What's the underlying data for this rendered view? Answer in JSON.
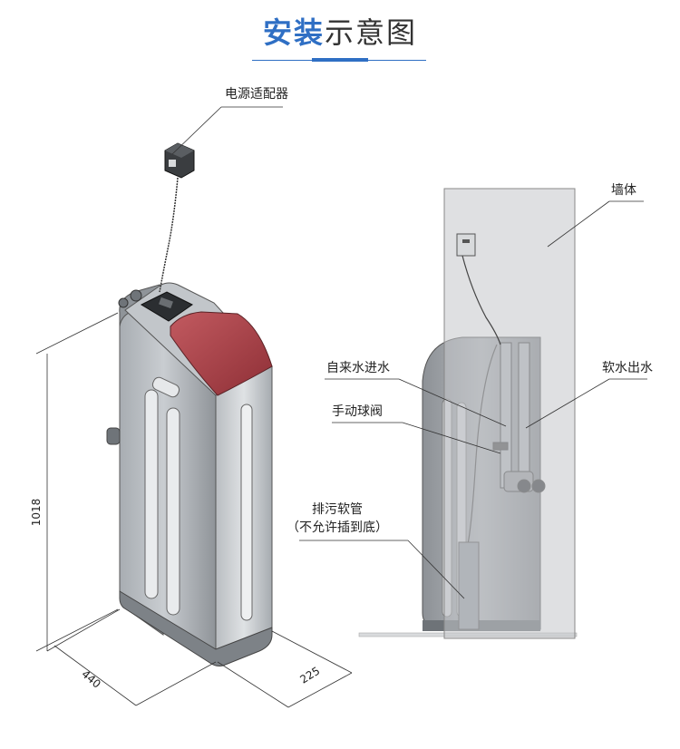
{
  "title": {
    "highlight": "安装",
    "rest": "示意图"
  },
  "labels": {
    "power_adapter": "电源适配器",
    "wall": "墙体",
    "inlet": "自来水进水",
    "outlet": "软水出水",
    "ball_valve": "手动球阀",
    "drain_hose_1": "排污软管",
    "drain_hose_2": "（不允许插到底）"
  },
  "dimensions": {
    "height": "1018",
    "width": "440",
    "depth": "225"
  },
  "colors": {
    "accent": "#2f6fc4",
    "cap": "#b5454c",
    "body": "#9ea3a8"
  }
}
